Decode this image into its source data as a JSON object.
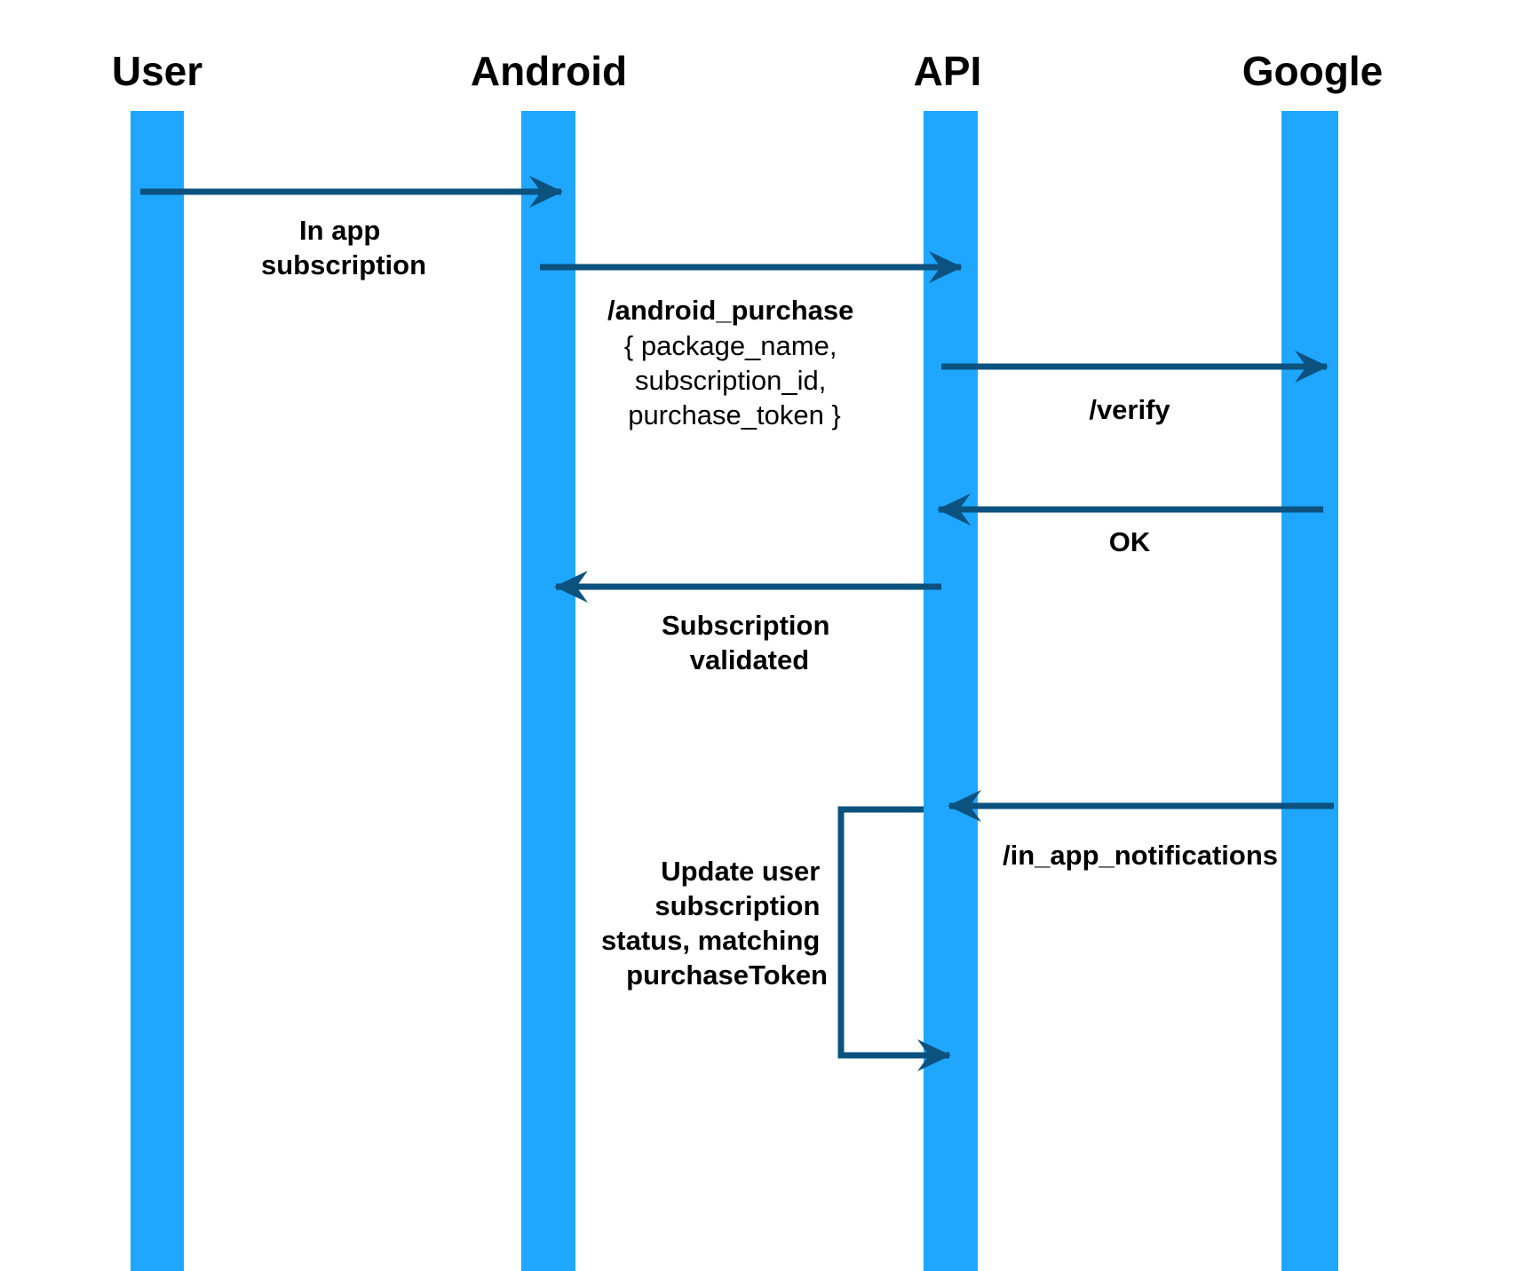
{
  "colors": {
    "lifeline": "#1fa6ff",
    "arrow": "#0b527f",
    "text": "#000000",
    "background": "#ffffff"
  },
  "participants": [
    {
      "id": "user",
      "label": "User"
    },
    {
      "id": "android",
      "label": "Android"
    },
    {
      "id": "api",
      "label": "API"
    },
    {
      "id": "google",
      "label": "Google"
    }
  ],
  "messages": [
    {
      "from": "user",
      "to": "android",
      "lines": [
        "In app",
        "subscription"
      ]
    },
    {
      "from": "android",
      "to": "api",
      "lines": [
        "/android_purchase",
        "{ package_name,",
        "subscription_id,",
        "purchase_token }"
      ]
    },
    {
      "from": "api",
      "to": "google",
      "lines": [
        "/verify"
      ]
    },
    {
      "from": "google",
      "to": "api",
      "lines": [
        "OK"
      ]
    },
    {
      "from": "api",
      "to": "android",
      "lines": [
        "Subscription",
        "validated"
      ]
    },
    {
      "from": "google",
      "to": "api",
      "lines": [
        "/in_app_notifications"
      ]
    },
    {
      "from": "api",
      "to": "api",
      "lines": [
        "Update user",
        "subscription",
        "status, matching",
        "purchaseToken"
      ]
    }
  ]
}
